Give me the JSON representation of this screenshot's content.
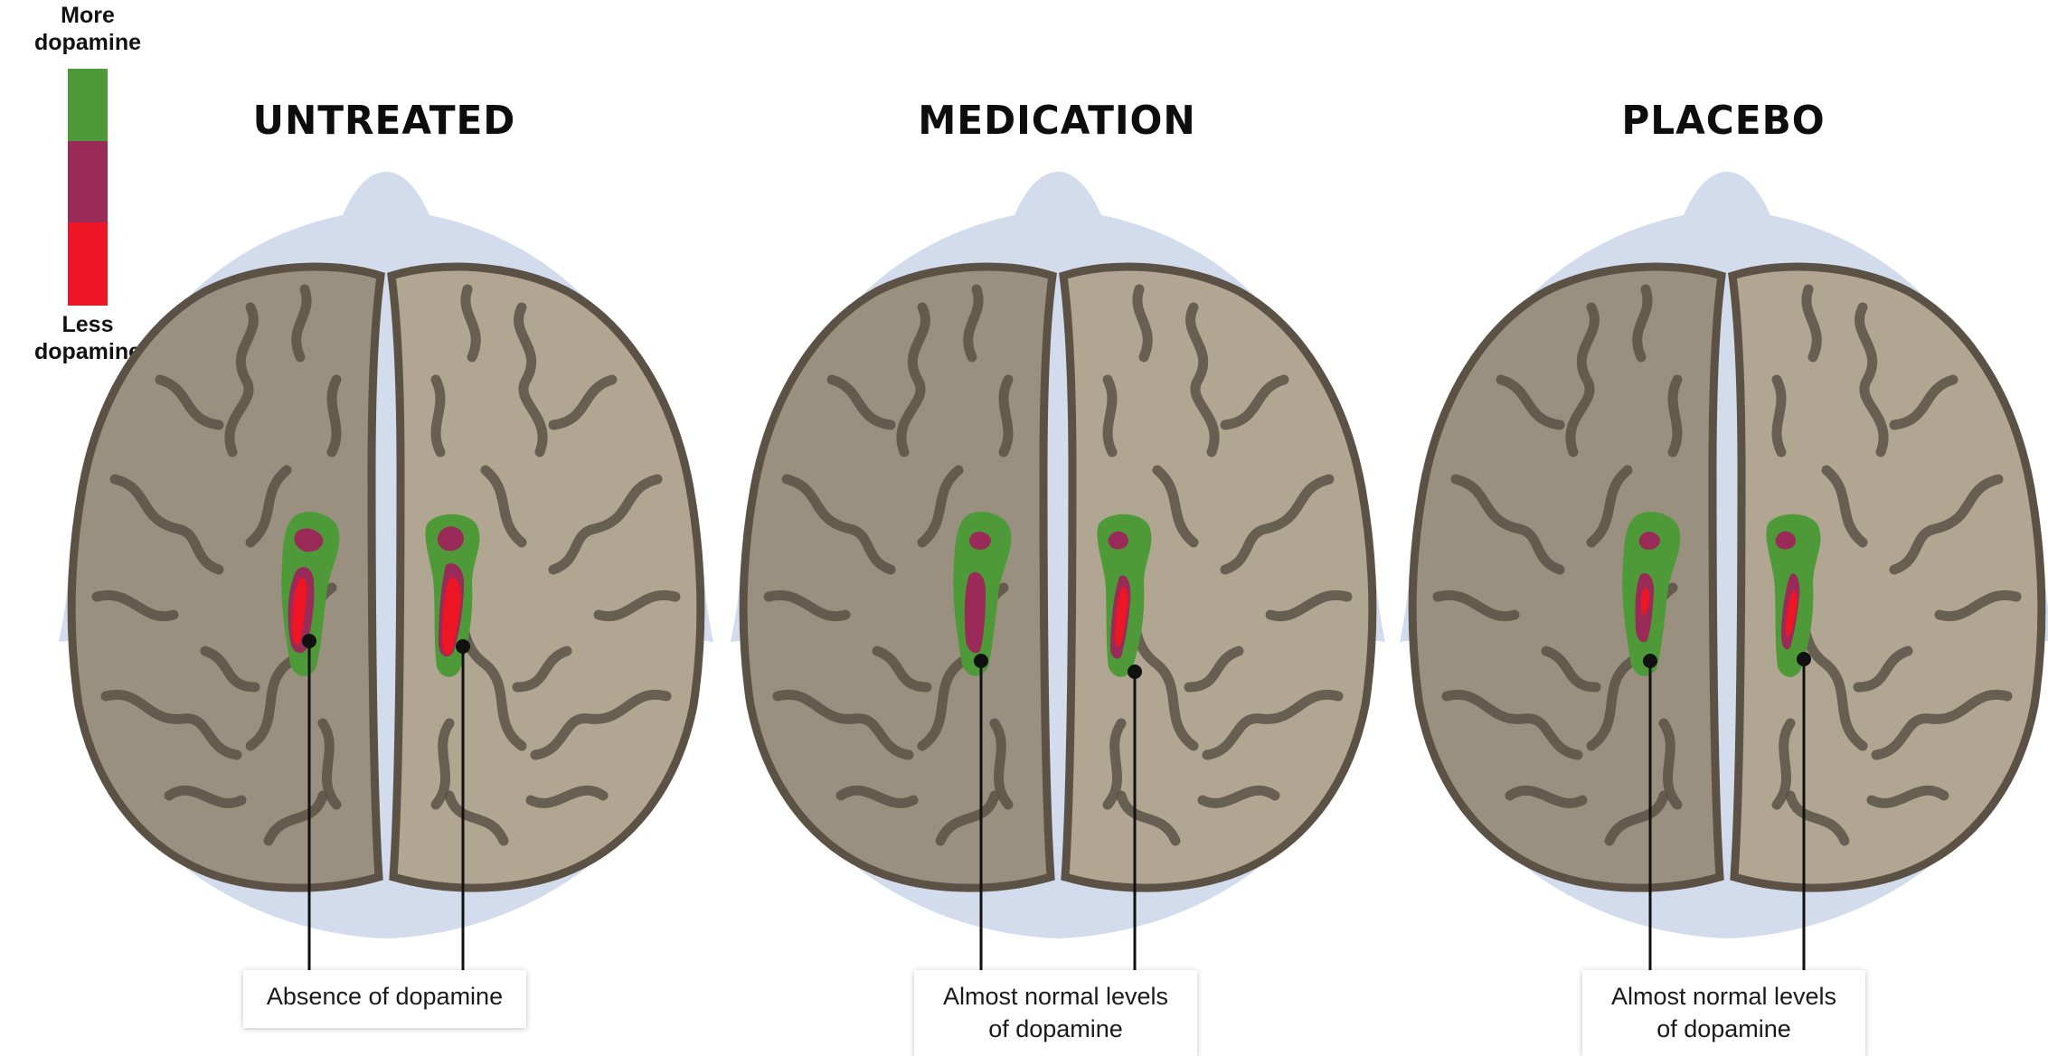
{
  "legend": {
    "top_label_line1": "More",
    "top_label_line2": "dopamine",
    "bottom_label_line1": "Less",
    "bottom_label_line2": "dopamine",
    "scale_colors": [
      "#4f9a38",
      "#9a2b58",
      "#ee1524"
    ]
  },
  "colors": {
    "head": "#d3dcec",
    "brain_left": "#9a9080",
    "brain_right": "#b1a692",
    "brain_outline": "#5b5245",
    "region_green": "#4f9a38",
    "region_purple": "#9a2b58",
    "region_red": "#ee1524"
  },
  "panels": [
    {
      "id": "untreated",
      "title": "UNTREATED",
      "callout_line1": "Absence of dopamine",
      "callout_line2": "",
      "dopamine_level": "low"
    },
    {
      "id": "medication",
      "title": "MEDICATION",
      "callout_line1": "Almost normal levels",
      "callout_line2": "of dopamine",
      "dopamine_level": "near-normal"
    },
    {
      "id": "placebo",
      "title": "PLACEBO",
      "callout_line1": "Almost normal levels",
      "callout_line2": "of dopamine",
      "dopamine_level": "near-normal"
    }
  ]
}
